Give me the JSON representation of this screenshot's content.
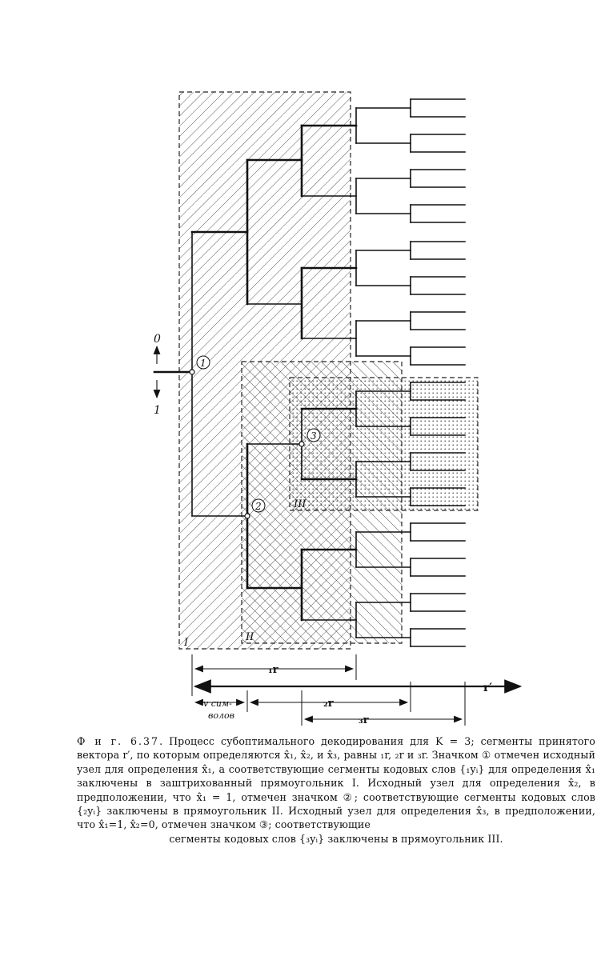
{
  "figure": {
    "direction_up": "0",
    "direction_down": "1",
    "node_labels": [
      "1",
      "2",
      "3"
    ],
    "region_labels": [
      "I",
      "II",
      "III"
    ],
    "dimensions": {
      "seg1": "₁r",
      "seg2": "₂r",
      "seg3": "₃r",
      "vector": "r′",
      "v_symbols_line1": "v сим-",
      "v_symbols_line2": "волов"
    }
  },
  "caption": {
    "label": "Ф и г.  6.37.",
    "text": "Процесс субоптимального декодирования для K = 3; сегменты принятого вектора r′, по которым определяются x̂₁, x̂₂, и x̂₃, равны ₁r, ₂r и ₃r. Значком ① отмечен исходный узел для определения x̂₁, а соответствующие сегменты кодовых слов {₁yᵢ} для определения x̂₁ заключены в заштрихованный прямоугольник I. Исходный узел для определения x̂₂, в предположении, что x̂₁ = 1, отмечен значком ②; соответствующие сегменты кодовых слов {₂yᵢ} заключены в прямоугольник II. Исходный узел для определения x̂₃, в предположении, что x̂₁=1, x̂₂=0, отмечен значком ③; соответствующие",
    "last_line": "сегменты кодовых слов {₃yᵢ} заключены в прямоугольник III."
  }
}
